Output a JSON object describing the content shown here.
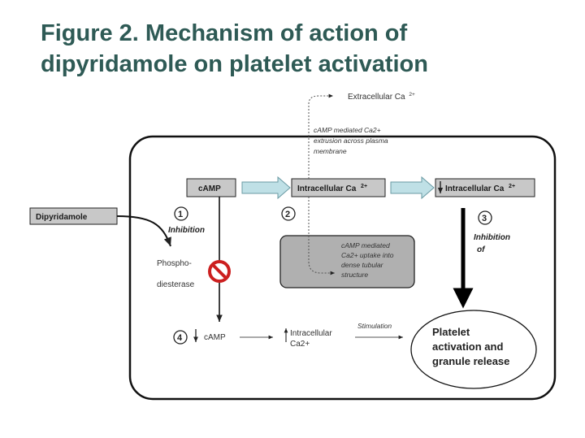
{
  "title": {
    "line1": "Figure 2. Mechanism of action of",
    "line2": "dipyridamole on platelet activation"
  },
  "nodes": {
    "dipyridamole": "Dipyridamole",
    "camp": "cAMP",
    "intracellular_ca": "Intracellular Ca",
    "intracellular_ca_sup": "2+",
    "decreased_intracellular_ca": "Intracellular Ca",
    "decreased_intracellular_ca_sup": "2+",
    "extracellular_ca": "Extracellular Ca",
    "extracellular_ca_sup": "2+",
    "phosphodiesterase_line1": "Phospho-",
    "phosphodiesterase_line2": "diesterase",
    "decreased_camp": "cAMP",
    "increased_intracellular_ca_line1": "Intracellular",
    "increased_intracellular_ca_line2": "Ca2+",
    "platelet_line1": "Platelet",
    "platelet_line2": "activation and",
    "platelet_line3": "granule release"
  },
  "annotations": {
    "extrusion_line1": "cAMP mediated Ca2+",
    "extrusion_line2": "extrusion across plasma",
    "extrusion_line3": "membrane",
    "uptake_line1": "cAMP mediated",
    "uptake_line2": "Ca2+ uptake into",
    "uptake_line3": "dense tubular",
    "uptake_line4": "structure",
    "inhibition": "Inhibition",
    "inhibition_of_line1": "Inhibition",
    "inhibition_of_line2": "of",
    "stimulation": "Stimulation"
  },
  "steps": [
    "1",
    "2",
    "3",
    "4"
  ],
  "colors": {
    "title": "#2e5a55",
    "gray_box": "#c8c8c8",
    "blue_arrow": "#bfe0e6",
    "dark_box": "#b0b0b0",
    "no_sign": "#cc1f1f"
  },
  "icons": {
    "inhibition_sign": "no-entry-icon"
  }
}
